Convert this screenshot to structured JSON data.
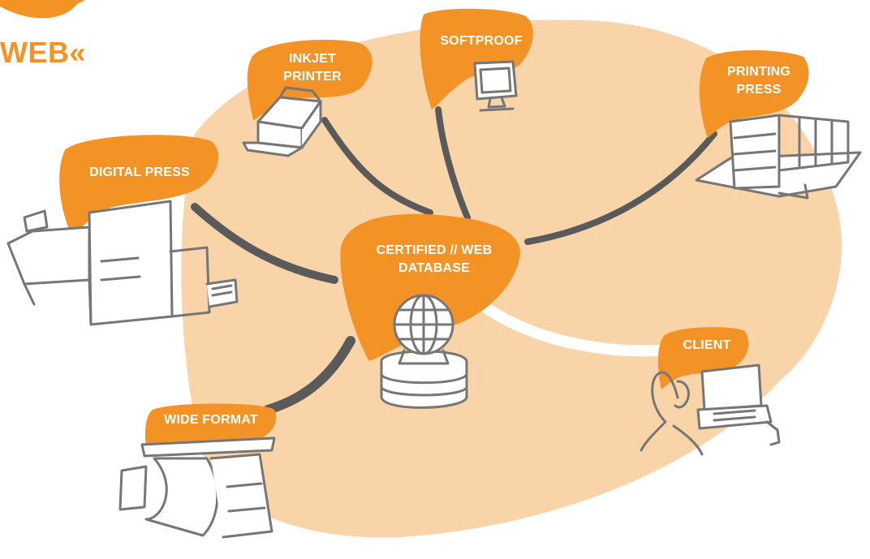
{
  "header": {
    "word": "WEB«"
  },
  "colors": {
    "orange": "#F39325",
    "peach": "#F8D4A8",
    "connector": "#5A5A5A",
    "sketch": "#767676"
  },
  "nodes": {
    "center": {
      "line1": "CERTIFIED // WEB",
      "line2": "DATABASE",
      "icon": "globe-database-icon"
    },
    "inkjet": {
      "line1": "INKJET",
      "line2": "PRINTER",
      "icon": "inkjet-printer-icon"
    },
    "softproof": {
      "line1": "SOFTPROOF",
      "icon": "monitor-icon"
    },
    "printing_press": {
      "line1": "PRINTING",
      "line2": "PRESS",
      "icon": "printing-press-icon"
    },
    "digital_press": {
      "line1": "DIGITAL PRESS",
      "icon": "digital-press-icon"
    },
    "client": {
      "line1": "CLIENT",
      "icon": "client-laptop-icon"
    },
    "wide_format": {
      "line1": "WIDE FORMAT",
      "icon": "wide-format-printer-icon"
    }
  }
}
